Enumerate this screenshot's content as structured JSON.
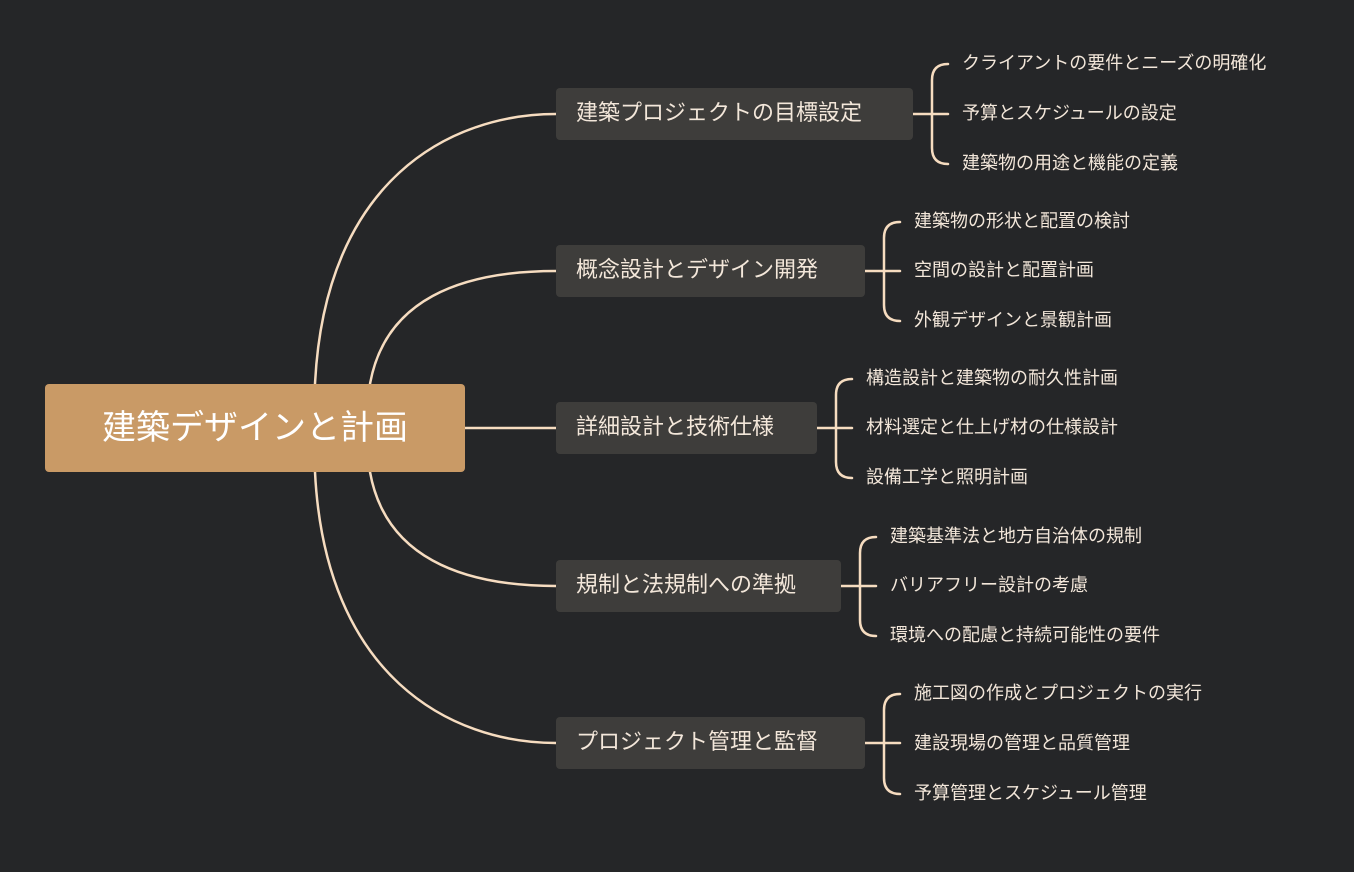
{
  "root": {
    "label": "建築デザインと計画"
  },
  "branches": [
    {
      "label": "建築プロジェクトの目標設定",
      "children": [
        "クライアントの要件とニーズの明確化",
        "予算とスケジュールの設定",
        "建築物の用途と機能の定義"
      ]
    },
    {
      "label": "概念設計とデザイン開発",
      "children": [
        "建築物の形状と配置の検討",
        "空間の設計と配置計画",
        "外観デザインと景観計画"
      ]
    },
    {
      "label": "詳細設計と技術仕様",
      "children": [
        "構造設計と建築物の耐久性計画",
        "材料選定と仕上げ材の仕様設計",
        "設備工学と照明計画"
      ]
    },
    {
      "label": "規制と法規制への準拠",
      "children": [
        "建築基準法と地方自治体の規制",
        "バリアフリー設計の考慮",
        "環境への配慮と持続可能性の要件"
      ]
    },
    {
      "label": "プロジェクト管理と監督",
      "children": [
        "施工図の作成とプロジェクトの実行",
        "建設現場の管理と品質管理",
        "予算管理とスケジュール管理"
      ]
    }
  ],
  "colors": {
    "background": "#252628",
    "root_fill": "#c99a66",
    "branch_fill": "#3e3d3b",
    "line": "#f6dcc0",
    "text": "#f3e7da"
  }
}
